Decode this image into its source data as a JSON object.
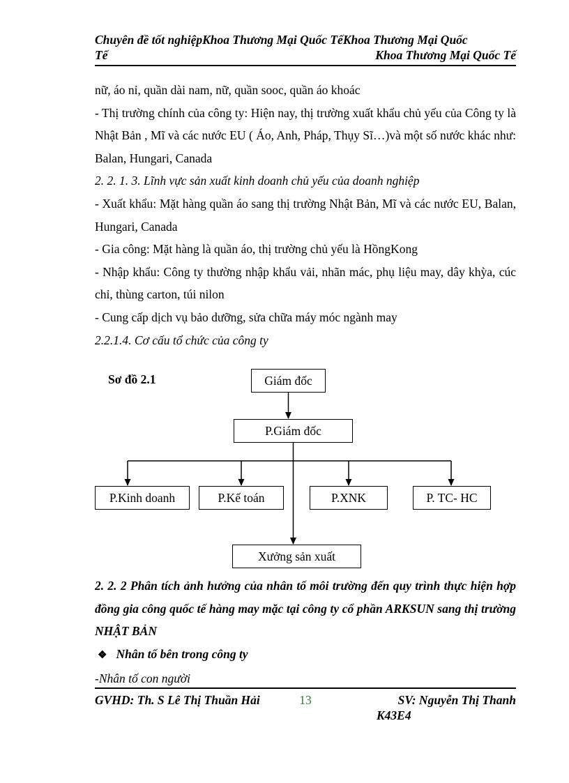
{
  "header": {
    "line1": "Chuyên đề tốt nghiệpKhoa Thương Mại Quốc TếKhoa Thương Mại Quốc",
    "line2_left": "Tế",
    "line2_right": "Khoa Thương Mại Quốc Tế"
  },
  "body": {
    "paragraphs": [
      {
        "style": "normal",
        "text": "nữ, áo nỉ, quần dài nam, nữ, quần sooc, quần áo khoác"
      },
      {
        "style": "normal",
        "text": "- Thị trường chính của công ty: Hiện nay, thị trường xuất khẩu chủ yếu của Công ty là Nhật Bản , Mĩ và các nước EU ( Áo, Anh, Pháp, Thụy Sĩ…)và một số nước khác như: Balan,  Hungari,  Canada"
      },
      {
        "style": "italic",
        "text": "2. 2. 1. 3. Lĩnh vực sản xuất kinh doanh chủ yếu của doanh nghiệp"
      },
      {
        "style": "normal",
        "text": "- Xuất khẩu: Mặt hàng quần áo sang thị trường Nhật Bản, Mĩ và các nước EU, Balan,  Hungari,  Canada"
      },
      {
        "style": "normal",
        "text": "- Gia công: Mặt hàng là quần áo, thị trường chủ yếu là HồngKong"
      },
      {
        "style": "normal",
        "text": "- Nhập khẩu:  Công ty thường nhập khẩu vải, nhãn mác, phụ liệu may,  dây khỳa,  cúc chỉ, thùng carton, túi nilon"
      },
      {
        "style": "normal",
        "text": "- Cung cấp dịch vụ bảo dưỡng, sửa chữa máy móc ngành may"
      },
      {
        "style": "italic",
        "text": "2.2.1.4. Cơ cấu tổ chức của công ty"
      }
    ]
  },
  "diagram": {
    "caption": "Sơ đồ 2.1",
    "boxes": [
      {
        "id": "director",
        "label": "Giám đốc"
      },
      {
        "id": "vice-director",
        "label": "P.Giám đốc"
      },
      {
        "id": "business-dept",
        "label": "P.Kinh doanh"
      },
      {
        "id": "accounting-dept",
        "label": "P.Kế toán"
      },
      {
        "id": "import-export-dept",
        "label": "P.XNK"
      },
      {
        "id": "admin-dept",
        "label": "P. TC- HC"
      },
      {
        "id": "production-workshop",
        "label": "Xưởng sản xuất"
      }
    ],
    "line_color": "#000000"
  },
  "section": {
    "heading": "2. 2. 2  Phân tích ảnh hưởng của nhân tố môi trường đến quy trình thực hiện hợp đồng gia công quốc tế hàng may mặc tại công ty cổ phần ARKSUN sang thị trường NHẬT BẢN",
    "bullet_symbol": "❖",
    "bullet_text": "Nhân tố bên trong công ty",
    "sub_item": "-Nhân tố con người"
  },
  "footer": {
    "advisor": "GVHD: Th. S Lê Thị Thuần Hải",
    "page_number": "13",
    "page_number_color": "#2e7d32",
    "student": "SV: Nguyễn Thị Thanh",
    "student_class": "K43E4"
  }
}
